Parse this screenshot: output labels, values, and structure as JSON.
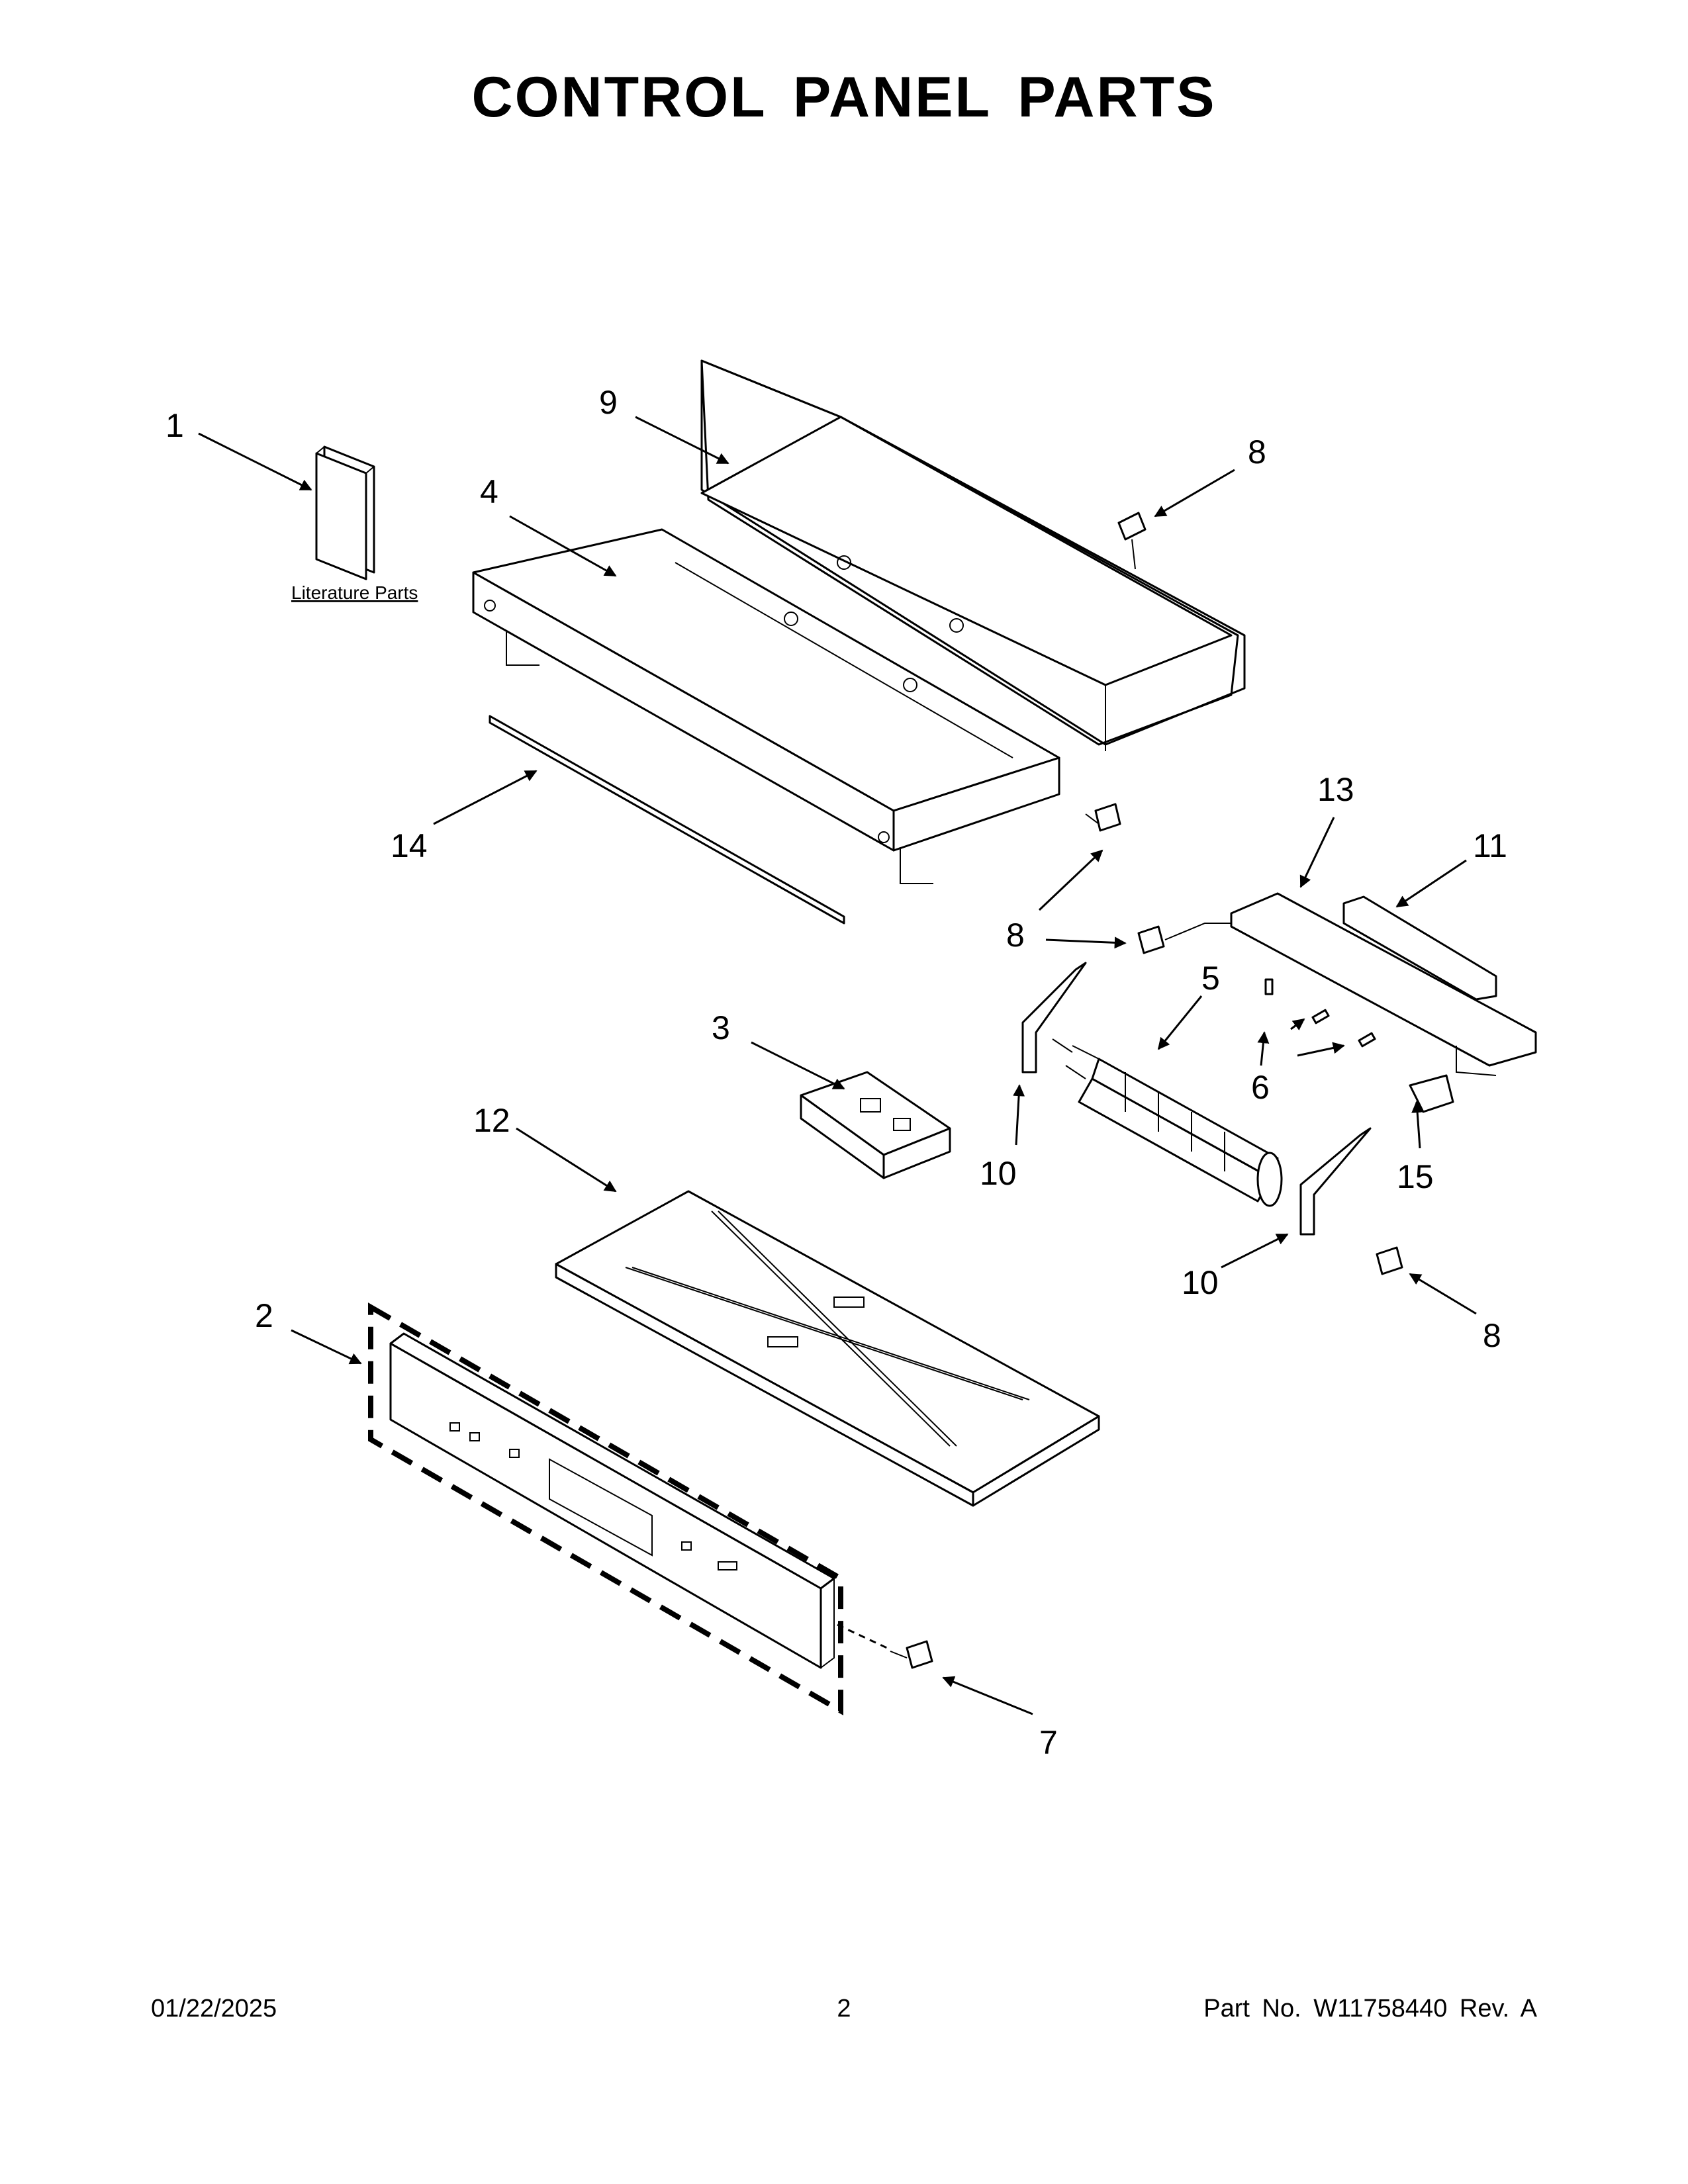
{
  "title": "CONTROL PANEL PARTS",
  "literature_label": "Literature Parts",
  "callouts": {
    "c1": "1",
    "c2": "2",
    "c3": "3",
    "c4": "4",
    "c5": "5",
    "c6": "6",
    "c7": "7",
    "c8a": "8",
    "c8b": "8",
    "c8c": "8",
    "c8d": "8",
    "c9": "9",
    "c10a": "10",
    "c10b": "10",
    "c11": "11",
    "c12": "12",
    "c13": "13",
    "c14": "14",
    "c15": "15"
  },
  "footer": {
    "date": "01/22/2025",
    "page": "2",
    "part_no": "Part No.  W11758440  Rev.  A"
  }
}
